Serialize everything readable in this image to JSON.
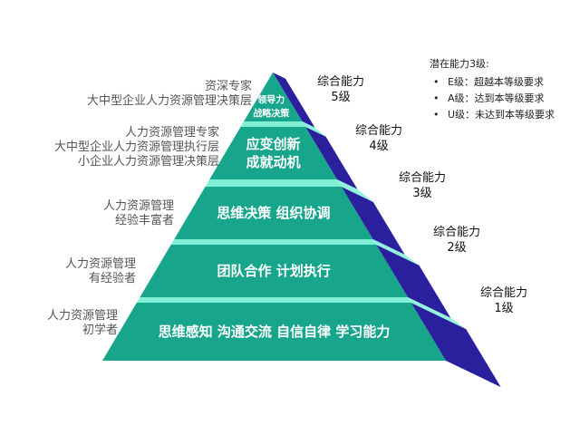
{
  "pyramid": {
    "tiers": [
      {
        "lines": [
          "领导力",
          "战略决策"
        ]
      },
      {
        "lines": [
          "应变创新",
          "成就动机"
        ]
      },
      {
        "lines": [
          "思维决策 组织协调"
        ]
      },
      {
        "lines": [
          "团队合作 计划执行"
        ]
      },
      {
        "lines": [
          "思维感知 沟通交流 自信自律 学习能力"
        ]
      }
    ]
  },
  "left_labels": [
    {
      "lines": [
        "资深专家",
        "大中型企业人力资源管理决策层"
      ]
    },
    {
      "lines": [
        "人力资源管理专家",
        "大中型企业人力资源管理执行层",
        "小企业人力资源管理决策层"
      ]
    },
    {
      "lines": [
        "人力资源管理",
        "经验丰富者"
      ]
    },
    {
      "lines": [
        "人力资源管理",
        "有经验者"
      ]
    },
    {
      "lines": [
        "人力资源管理",
        "初学者"
      ]
    }
  ],
  "right_labels": [
    {
      "title": "综合能力",
      "level": "5级"
    },
    {
      "title": "综合能力",
      "level": "4级"
    },
    {
      "title": "综合能力",
      "level": "3级"
    },
    {
      "title": "综合能力",
      "level": "2级"
    },
    {
      "title": "综合能力",
      "level": "1级"
    }
  ],
  "legend": {
    "title": "潜在能力3级:",
    "bullet": "•",
    "items": [
      "E级：超越本等级要求",
      "A级：达到本等级要求",
      "U级：未达到本等级要求"
    ]
  },
  "colors": {
    "front": "#17a58b",
    "side": "#2a1f9c",
    "top_face": "#7ff0d6",
    "text": "#ffffff"
  }
}
